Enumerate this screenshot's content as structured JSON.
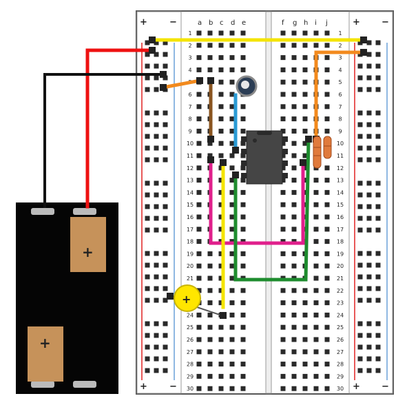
{
  "breadboard": {
    "rail_plus_symbol": "+",
    "rail_minus_symbol": "−",
    "left_column_letters": [
      "a",
      "b",
      "c",
      "d",
      "e"
    ],
    "right_column_letters": [
      "f",
      "g",
      "h",
      "i",
      "j"
    ],
    "row_labels_left": [
      "1",
      "2",
      "3",
      "4",
      "5",
      "6",
      "7",
      "8",
      "9",
      "10",
      "11",
      "12",
      "13",
      "14",
      "15",
      "16",
      "17",
      "18",
      "19",
      "20",
      "21",
      "22",
      "23",
      "24",
      "25",
      "26",
      "27",
      "28",
      "29",
      "30"
    ],
    "row_labels_right": [
      "1",
      "2",
      "3",
      "4",
      "5",
      "6",
      "7",
      "8",
      "9",
      "10",
      "11",
      "12",
      "13",
      "14",
      "15",
      "16",
      "17",
      "18",
      "19",
      "20",
      "21",
      "22",
      "23",
      "24",
      "25",
      "26",
      "27",
      "28",
      "29",
      "30"
    ],
    "colors": {
      "board": "#ffffff",
      "hole": "#2a2a2a",
      "rail_red": "#e02020",
      "rail_blue": "#6aa0d8",
      "outline": "#555555"
    }
  },
  "battery_pack": {
    "cell_polarity_symbol": "+",
    "colors": {
      "case": "#050505",
      "cell": "#c6925a",
      "terminal": "#bbbbbb"
    }
  },
  "components": {
    "chip_color": "#454545",
    "capacitor_color": "#2c3e55",
    "led_color": "#ffe600",
    "resistor_color": "#e07a3c",
    "led_mark_symbol": "+"
  },
  "wires": [
    {
      "name": "wire-yellow-top",
      "color": "#f4e400"
    },
    {
      "name": "wire-red-battery",
      "color": "#ee1111"
    },
    {
      "name": "wire-black-battery",
      "color": "#111111"
    },
    {
      "name": "wire-orange-left",
      "color": "#f28a1e"
    },
    {
      "name": "wire-orange-right",
      "color": "#f28a1e"
    },
    {
      "name": "wire-brown",
      "color": "#8a5520"
    },
    {
      "name": "wire-blue",
      "color": "#2a9ad4"
    },
    {
      "name": "wire-magenta",
      "color": "#e0208c"
    },
    {
      "name": "wire-yellow-lower",
      "color": "#f4e400"
    },
    {
      "name": "wire-green",
      "color": "#1e8c2e"
    }
  ]
}
